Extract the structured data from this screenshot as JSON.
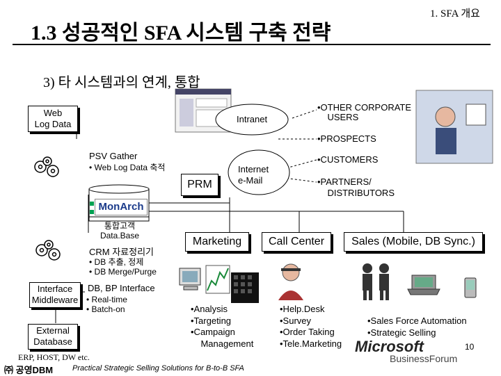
{
  "header": {
    "title": "1.3 성공적인 SFA 시스템 구축 전략",
    "section_tag": "1. SFA 개요",
    "subtitle": "3) 타 시스템과의 연계, 통합"
  },
  "left": {
    "web_log_box": "Web\nLog Data",
    "psv_title": "PSV Gather",
    "psv_bullet": "• Web Log Data 축적",
    "monarch_logo": "MonArch",
    "db_label": "통합고객\nData.Base",
    "crm_title": "CRM 자료정리기",
    "crm_bullet1": "• DB 추출, 정제",
    "crm_bullet2": "• DB Merge/Purge",
    "interface_box": "Interface\nMiddleware",
    "db_bp_title": "DB, BP Interface",
    "db_bp_bullet1": "• Real-time",
    "db_bp_bullet2": "• Batch-on",
    "external_box": "External\nDatabase"
  },
  "center": {
    "intranet": "Intranet",
    "prm": "PRM",
    "internet": "Internet\ne-Mail",
    "marketing_box": "Marketing",
    "call_center_box": "Call Center",
    "sales_box": "Sales (Mobile, DB Sync.)"
  },
  "right_list": {
    "item1": "•OTHER CORPORATE\n    USERS",
    "item2": "•PROSPECTS",
    "item3": "•CUSTOMERS",
    "item4": "•PARTNERS/\n    DISTRIBUTORS"
  },
  "bottom": {
    "marketing_list": "•Analysis\n•Targeting\n•Campaign\n    Management",
    "call_list": "•Help.Desk\n•Survey\n•Order Taking\n•Tele.Marketing",
    "sales_list": "•Sales Force Automation\n•Strategic Selling",
    "erp_line": "ERP, HOST, DW etc.",
    "company": "㈜ 공영DBM",
    "tagline": "Practical Strategic Selling Solutions for B-to-B SFA",
    "page_number": "10",
    "brand_top": "Microsoft",
    "brand_bottom": "BusinessForum"
  },
  "colors": {
    "accent_green": "#00a050",
    "title_rule": "#000000"
  }
}
